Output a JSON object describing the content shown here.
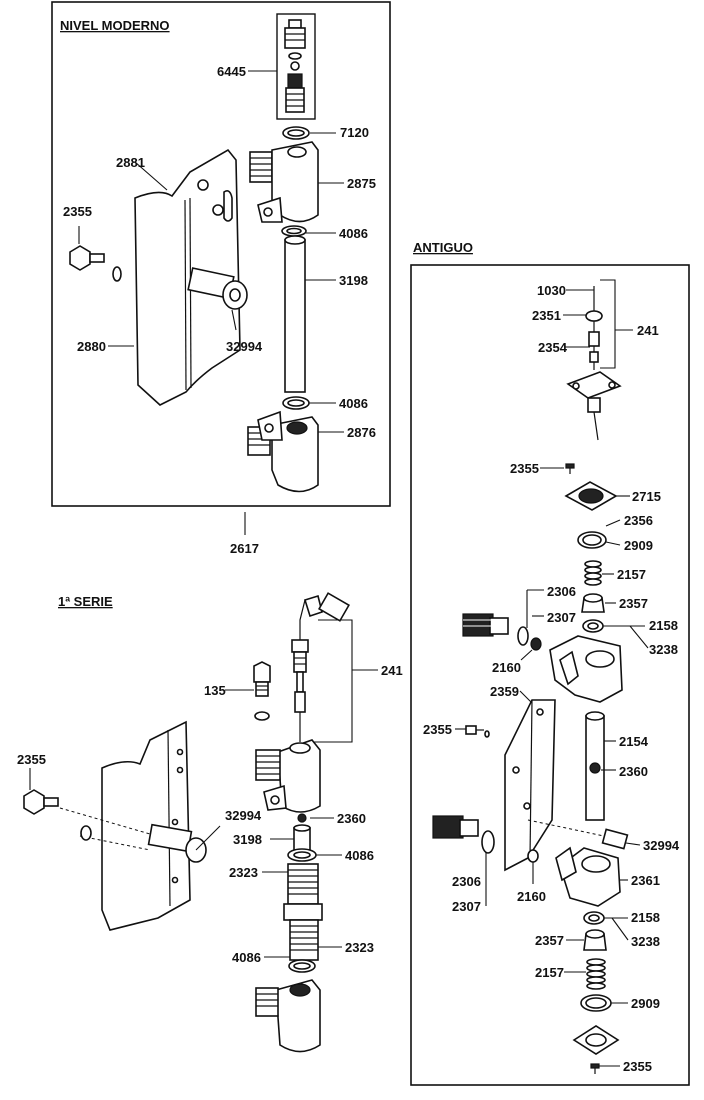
{
  "sections": {
    "moderno": "NIVEL MODERNO",
    "antiguo": "ANTIGUO",
    "serie1": "1ª SERIE"
  },
  "moderno_labels": {
    "p6445": "6445",
    "p7120": "7120",
    "p2881": "2881",
    "p2875": "2875",
    "p2355": "2355",
    "p4086a": "4086",
    "p3198": "3198",
    "p2880": "2880",
    "p32994": "32994",
    "p4086b": "4086",
    "p2876": "2876",
    "p2617": "2617"
  },
  "antiguo_labels": {
    "p1030": "1030",
    "p2351": "2351",
    "p241": "241",
    "p2354": "2354",
    "p2355a": "2355",
    "p2715": "2715",
    "p2356": "2356",
    "p2909a": "2909",
    "p2157a": "2157",
    "p2306a": "2306",
    "p2307a": "2307",
    "p2357a": "2357",
    "p2158a": "2158",
    "p3238a": "3238",
    "p2160a": "2160",
    "p2359": "2359",
    "p2355b": "2355",
    "p2154": "2154",
    "p2360": "2360",
    "p32994": "32994",
    "p2306b": "2306",
    "p2307b": "2307",
    "p2160b": "2160",
    "p2361": "2361",
    "p2158b": "2158",
    "p2357b": "2357",
    "p3238b": "3238",
    "p2157b": "2157",
    "p2909b": "2909",
    "p2355c": "2355"
  },
  "serie_labels": {
    "p241": "241",
    "p135": "135",
    "p2355": "2355",
    "p32994": "32994",
    "p2360": "2360",
    "p3198": "3198",
    "p4086a": "4086",
    "p2323a": "2323",
    "p2323b": "2323",
    "p4086b": "4086"
  }
}
